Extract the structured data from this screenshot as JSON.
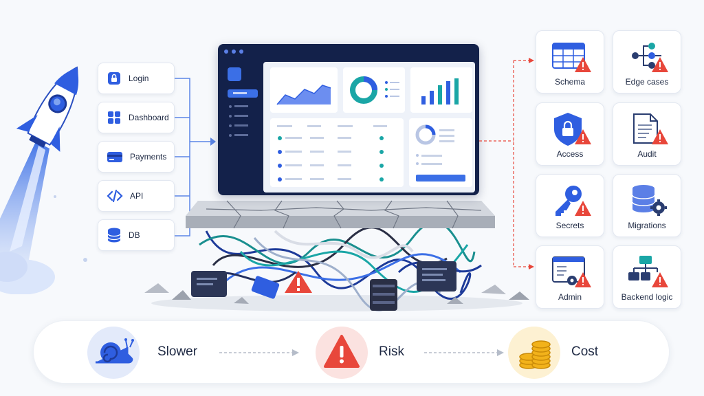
{
  "features": [
    {
      "label": "Login",
      "icon": "lock-icon"
    },
    {
      "label": "Dashboard",
      "icon": "grid-icon"
    },
    {
      "label": "Payments",
      "icon": "credit-card-icon"
    },
    {
      "label": "API",
      "icon": "code-icon"
    },
    {
      "label": "DB",
      "icon": "database-icon"
    }
  ],
  "concerns": [
    {
      "label": "Schema",
      "icon": "table-icon"
    },
    {
      "label": "Edge cases",
      "icon": "branch-icon"
    },
    {
      "label": "Access",
      "icon": "shield-lock-icon"
    },
    {
      "label": "Audit",
      "icon": "document-icon"
    },
    {
      "label": "Secrets",
      "icon": "key-icon"
    },
    {
      "label": "Migrations",
      "icon": "database-gear-icon"
    },
    {
      "label": "Admin",
      "icon": "admin-window-icon"
    },
    {
      "label": "Backend logic",
      "icon": "flowchart-icon"
    }
  ],
  "consequences": [
    {
      "label": "Slower",
      "icon": "snail-icon"
    },
    {
      "label": "Risk",
      "icon": "warning-icon"
    },
    {
      "label": "Cost",
      "icon": "coins-icon"
    }
  ],
  "colors": {
    "accent": "#2f5ee0",
    "teal": "#1aa6a6",
    "warning": "#e8473b",
    "navy": "#13214a",
    "gold": "#f2b21b"
  }
}
